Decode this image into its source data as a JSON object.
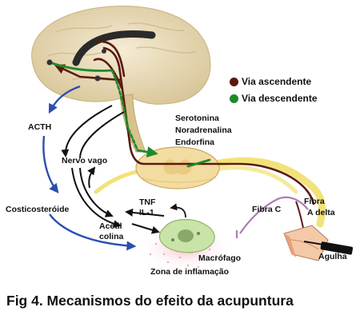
{
  "legend": {
    "ascending": {
      "label": "Via ascendente",
      "color": "#5a1a10"
    },
    "descending": {
      "label": "Via descendente",
      "color": "#1f8a2a"
    }
  },
  "labels": {
    "neurotransmitters": [
      "Serotonina",
      "Noradrenalina",
      "Endorfina"
    ],
    "acth": "ACTH",
    "nervo_vago": "Nervo vago",
    "tnf": "TNF",
    "il1": "IL-1",
    "corticosteroide": "Costicosteróide",
    "acetilcolina": [
      "Acetil",
      "colina"
    ],
    "macrofago": "Macrófago",
    "zona": "Zona de inflamação",
    "fibra_c": "Fibra C",
    "fibra_a": [
      "Fibra",
      "A delta"
    ],
    "agulha": "Agulha"
  },
  "caption": "Fig 4. Mecanismos do efeito da acupuntura",
  "colors": {
    "blue_arrow": "#2a4fb0",
    "yellow_nerve": "#f2e27a",
    "purple_fiber": "#b07ab8",
    "brain": "#efe2c2",
    "spinal_cord": "#f3dca0"
  }
}
